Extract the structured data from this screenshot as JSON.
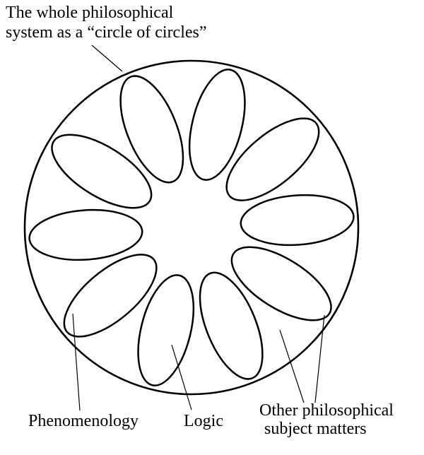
{
  "colors": {
    "stroke": "#000000",
    "background": "#ffffff"
  },
  "title": {
    "line1": "The whole philosophical",
    "line2": "system as a “circle of circles”"
  },
  "labels": {
    "phenomenology": "Phenomenology",
    "logic": "Logic",
    "other_line1": "Other philosophical",
    "other_line2": "subject matters"
  },
  "diagram": {
    "petal_count": 10
  }
}
